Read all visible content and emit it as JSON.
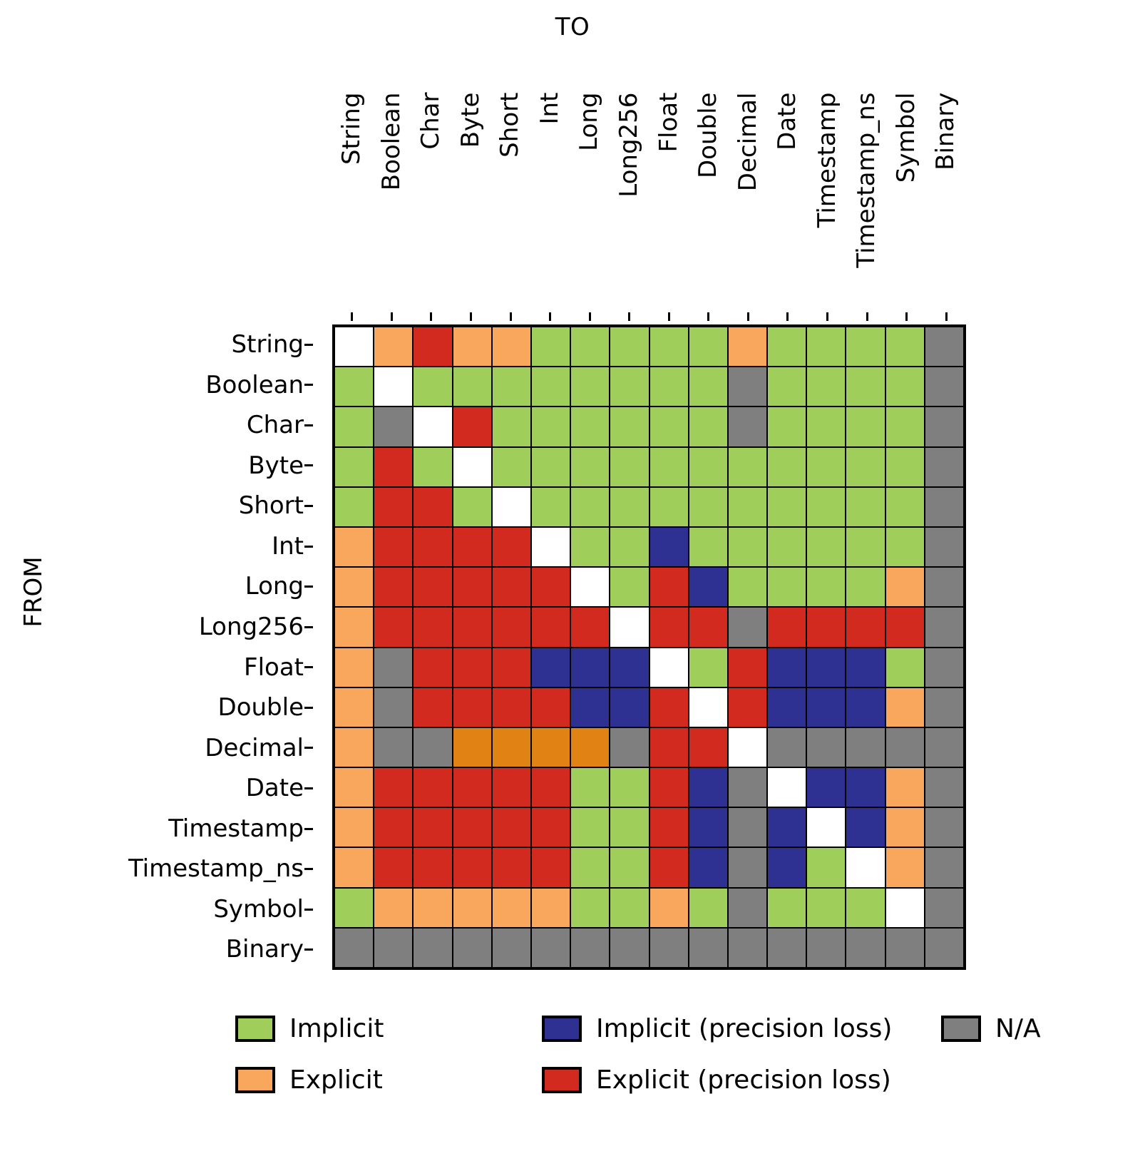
{
  "axes": {
    "x_title": "TO",
    "y_title": "FROM"
  },
  "legend": [
    {
      "label": "Implicit",
      "color": "#A0CE5A"
    },
    {
      "label": "Implicit (precision loss)",
      "color": "#2E3192"
    },
    {
      "label": "N/A",
      "color": "#7F7F7F"
    },
    {
      "label": "Explicit",
      "color": "#F8A75C"
    },
    {
      "label": "Explicit (precision loss)",
      "color": "#D32A20"
    }
  ],
  "chart_data": {
    "type": "heatmap",
    "title": "",
    "xlabel": "TO",
    "ylabel": "FROM",
    "legend_position": "bottom",
    "grid": true,
    "categories_x": [
      "String",
      "Boolean",
      "Char",
      "Byte",
      "Short",
      "Int",
      "Long",
      "Long256",
      "Float",
      "Double",
      "Decimal",
      "Date",
      "Timestamp",
      "Timestamp_ns",
      "Symbol",
      "Binary"
    ],
    "categories_y": [
      "String",
      "Boolean",
      "Char",
      "Byte",
      "Short",
      "Int",
      "Long",
      "Long256",
      "Float",
      "Double",
      "Decimal",
      "Date",
      "Timestamp",
      "Timestamp_ns",
      "Symbol",
      "Binary"
    ],
    "value_legend": {
      "self": "#FFFFFF",
      "implicit": "#A0CE5A",
      "implicit_precision_loss": "#2E3192",
      "explicit": "#F8A75C",
      "explicit_alt": "#E08214",
      "explicit_precision_loss": "#D32A20",
      "na": "#7F7F7F"
    },
    "values": [
      [
        "self",
        "explicit",
        "explicit_precision_loss",
        "explicit",
        "explicit",
        "implicit",
        "implicit",
        "implicit",
        "implicit",
        "implicit",
        "explicit",
        "implicit",
        "implicit",
        "implicit",
        "implicit",
        "na"
      ],
      [
        "implicit",
        "self",
        "implicit",
        "implicit",
        "implicit",
        "implicit",
        "implicit",
        "implicit",
        "implicit",
        "implicit",
        "na",
        "implicit",
        "implicit",
        "implicit",
        "implicit",
        "na"
      ],
      [
        "implicit",
        "na",
        "self",
        "explicit_precision_loss",
        "implicit",
        "implicit",
        "implicit",
        "implicit",
        "implicit",
        "implicit",
        "na",
        "implicit",
        "implicit",
        "implicit",
        "implicit",
        "na"
      ],
      [
        "implicit",
        "explicit_precision_loss",
        "implicit",
        "self",
        "implicit",
        "implicit",
        "implicit",
        "implicit",
        "implicit",
        "implicit",
        "implicit",
        "implicit",
        "implicit",
        "implicit",
        "implicit",
        "na"
      ],
      [
        "implicit",
        "explicit_precision_loss",
        "explicit_precision_loss",
        "implicit",
        "self",
        "implicit",
        "implicit",
        "implicit",
        "implicit",
        "implicit",
        "implicit",
        "implicit",
        "implicit",
        "implicit",
        "implicit",
        "na"
      ],
      [
        "explicit",
        "explicit_precision_loss",
        "explicit_precision_loss",
        "explicit_precision_loss",
        "explicit_precision_loss",
        "self",
        "implicit",
        "implicit",
        "implicit_precision_loss",
        "implicit",
        "implicit",
        "implicit",
        "implicit",
        "implicit",
        "implicit",
        "na"
      ],
      [
        "explicit",
        "explicit_precision_loss",
        "explicit_precision_loss",
        "explicit_precision_loss",
        "explicit_precision_loss",
        "explicit_precision_loss",
        "self",
        "implicit",
        "explicit_precision_loss",
        "implicit_precision_loss",
        "implicit",
        "implicit",
        "implicit",
        "implicit",
        "explicit",
        "na"
      ],
      [
        "explicit",
        "explicit_precision_loss",
        "explicit_precision_loss",
        "explicit_precision_loss",
        "explicit_precision_loss",
        "explicit_precision_loss",
        "explicit_precision_loss",
        "self",
        "explicit_precision_loss",
        "explicit_precision_loss",
        "na",
        "explicit_precision_loss",
        "explicit_precision_loss",
        "explicit_precision_loss",
        "explicit_precision_loss",
        "na"
      ],
      [
        "explicit",
        "na",
        "explicit_precision_loss",
        "explicit_precision_loss",
        "explicit_precision_loss",
        "implicit_precision_loss",
        "implicit_precision_loss",
        "implicit_precision_loss",
        "self",
        "implicit",
        "explicit_precision_loss",
        "implicit_precision_loss",
        "implicit_precision_loss",
        "implicit_precision_loss",
        "implicit",
        "na"
      ],
      [
        "explicit",
        "na",
        "explicit_precision_loss",
        "explicit_precision_loss",
        "explicit_precision_loss",
        "explicit_precision_loss",
        "implicit_precision_loss",
        "implicit_precision_loss",
        "explicit_precision_loss",
        "self",
        "explicit_precision_loss",
        "implicit_precision_loss",
        "implicit_precision_loss",
        "implicit_precision_loss",
        "explicit",
        "na"
      ],
      [
        "explicit",
        "na",
        "na",
        "explicit_alt",
        "explicit_alt",
        "explicit_alt",
        "explicit_alt",
        "na",
        "explicit_precision_loss",
        "explicit_precision_loss",
        "self",
        "na",
        "na",
        "na",
        "na",
        "na"
      ],
      [
        "explicit",
        "explicit_precision_loss",
        "explicit_precision_loss",
        "explicit_precision_loss",
        "explicit_precision_loss",
        "explicit_precision_loss",
        "implicit",
        "implicit",
        "explicit_precision_loss",
        "implicit_precision_loss",
        "na",
        "self",
        "implicit_precision_loss",
        "implicit_precision_loss",
        "explicit",
        "na"
      ],
      [
        "explicit",
        "explicit_precision_loss",
        "explicit_precision_loss",
        "explicit_precision_loss",
        "explicit_precision_loss",
        "explicit_precision_loss",
        "implicit",
        "implicit",
        "explicit_precision_loss",
        "implicit_precision_loss",
        "na",
        "implicit_precision_loss",
        "self",
        "implicit_precision_loss",
        "explicit",
        "na"
      ],
      [
        "explicit",
        "explicit_precision_loss",
        "explicit_precision_loss",
        "explicit_precision_loss",
        "explicit_precision_loss",
        "explicit_precision_loss",
        "implicit",
        "implicit",
        "explicit_precision_loss",
        "implicit_precision_loss",
        "na",
        "implicit_precision_loss",
        "implicit",
        "self",
        "explicit",
        "na"
      ],
      [
        "implicit",
        "explicit",
        "explicit",
        "explicit",
        "explicit",
        "explicit",
        "implicit",
        "implicit",
        "explicit",
        "implicit",
        "na",
        "implicit",
        "implicit",
        "implicit",
        "self",
        "na"
      ],
      [
        "na",
        "na",
        "na",
        "na",
        "na",
        "na",
        "na",
        "na",
        "na",
        "na",
        "na",
        "na",
        "na",
        "na",
        "na",
        "na"
      ]
    ]
  }
}
